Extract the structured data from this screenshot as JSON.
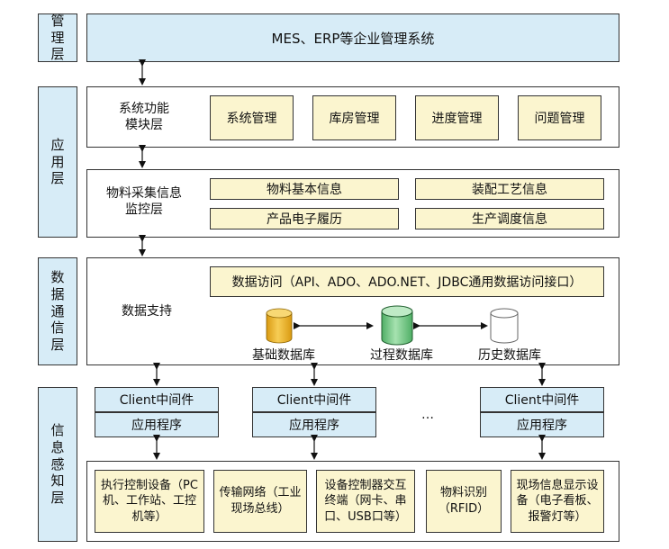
{
  "layers": {
    "management": "管理层",
    "application": "应用层",
    "data_comm": "数据通信层",
    "info_sense": "信息感知层"
  },
  "management": {
    "system": "MES、ERP等企业管理系统"
  },
  "function_modules": {
    "label_line1": "系统功能",
    "label_line2": "模块层",
    "items": [
      "系统管理",
      "库房管理",
      "进度管理",
      "问题管理"
    ]
  },
  "collection": {
    "label_line1": "物料采集信息",
    "label_line2": "监控层",
    "items": [
      "物料基本信息",
      "装配工艺信息",
      "产品电子履历",
      "生产调度信息"
    ]
  },
  "data_support": {
    "label": "数据支持",
    "access": "数据访问（API、ADO、ADO.NET、JDBC通用数据访问接口）",
    "databases": [
      "基础数据库",
      "过程数据库",
      "历史数据库"
    ]
  },
  "clients": [
    {
      "middleware": "Client中间件",
      "app": "应用程序"
    },
    {
      "middleware": "Client中间件",
      "app": "应用程序"
    },
    {
      "middleware": "Client中间件",
      "app": "应用程序"
    }
  ],
  "ellipsis": "…",
  "devices": [
    "执行控制设备（PC机、工作站、工控机等）",
    "传输网络（工业现场总线）",
    "设备控制器交互终端（网卡、串口、USB口等）",
    "物料识别（RFID）",
    "现场信息显示设备（电子看板、报警灯等）"
  ],
  "colors": {
    "light_blue": "#d7ecf7",
    "cream": "#fbf5cf",
    "db_base": "#f2b92e",
    "db_process": "#7fcf8e",
    "db_history": "#ffffff"
  }
}
